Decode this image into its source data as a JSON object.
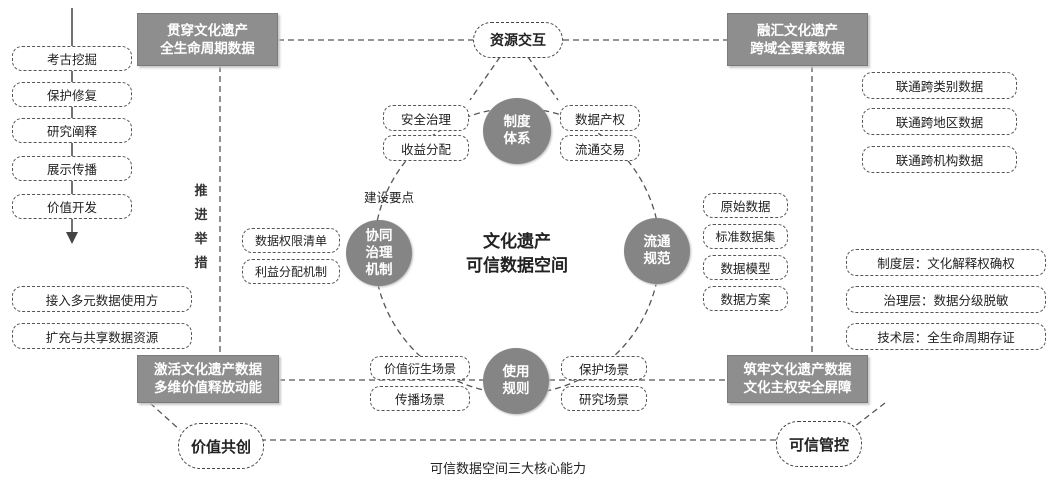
{
  "corners": {
    "top_left": [
      "贯穿文化遗产",
      "全生命周期数据"
    ],
    "top_right": [
      "融汇文化遗产",
      "跨域全要素数据"
    ],
    "bottom_left": [
      "激活文化遗产数据",
      "多维价值释放动能"
    ],
    "bottom_right": [
      "筑牢文化遗产数据",
      "文化主权安全屏障"
    ]
  },
  "top_center": "资源交互",
  "bottom_left_pill": "价值共创",
  "bottom_right_pill": "可信管控",
  "bottom_caption": "可信数据空间三大核心能力",
  "center_title": [
    "文化遗产",
    "可信数据空间"
  ],
  "circles": {
    "top": [
      "制度",
      "体系"
    ],
    "left": [
      "协同",
      "治理",
      "机制"
    ],
    "right": [
      "流通",
      "规范"
    ],
    "bottom": [
      "使用",
      "规则"
    ]
  },
  "top_left_tags": [
    "安全治理",
    "收益分配"
  ],
  "top_right_tags": [
    "数据产权",
    "流通交易"
  ],
  "left_tags": [
    "数据权限清单",
    "利益分配机制"
  ],
  "right_tags": [
    "原始数据",
    "标准数据集",
    "数据模型",
    "数据方案"
  ],
  "bottom_left_tags": [
    "价值衍生场景",
    "传播场景"
  ],
  "bottom_right_tags": [
    "保护场景",
    "研究场景"
  ],
  "build_points_label": "建设要点",
  "lifecycle_steps": [
    "考古挖掘",
    "保护修复",
    "研究阐释",
    "展示传播",
    "价值开发"
  ],
  "promote_label": "推进举措",
  "promote_items": [
    "接入多元数据使用方",
    "扩充与共享数据资源"
  ],
  "connect_items": [
    "联通跨类别数据",
    "联通跨地区数据",
    "联通跨机构数据"
  ],
  "layer_items": [
    "制度层：文化解释权确权",
    "治理层：数据分级脱敏",
    "技术层：全生命周期存证"
  ]
}
